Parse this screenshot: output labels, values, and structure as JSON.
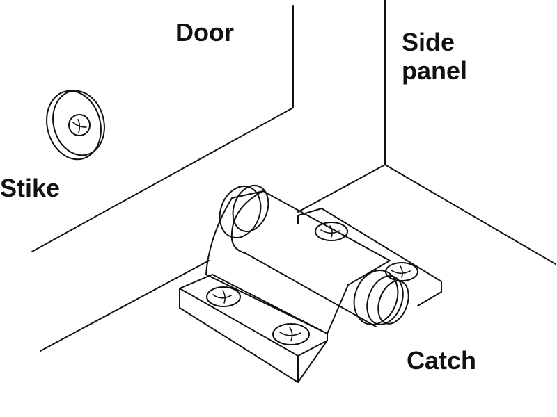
{
  "labels": {
    "door": "Door",
    "side_panel_line1": "Side",
    "side_panel_line2": "panel",
    "stike": "Stike",
    "catch": "Catch"
  },
  "colors": {
    "line": "#111111",
    "background": "#ffffff"
  }
}
